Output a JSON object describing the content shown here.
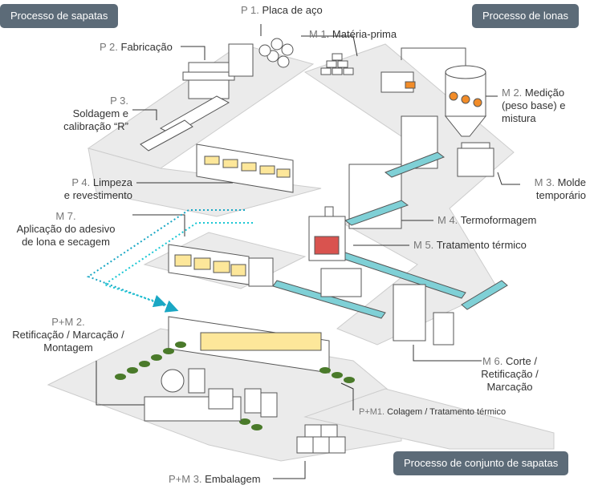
{
  "titles": {
    "shoe": "Processo de sapatas",
    "lining": "Processo de lonas",
    "assembly": "Processo de conjunto de sapatas"
  },
  "steps": {
    "p1": {
      "code": "P 1.",
      "text": "Placa de aço"
    },
    "p2": {
      "code": "P 2.",
      "text": "Fabricação"
    },
    "p3": {
      "code": "P 3.",
      "text1": "Soldagem e",
      "text2": "calibração “R”"
    },
    "p4": {
      "code": "P 4.",
      "text1": "Limpeza",
      "text2": "e revestimento"
    },
    "m1": {
      "code": "M 1.",
      "text": "Matéria-prima"
    },
    "m2": {
      "code": "M 2.",
      "text1": "Medição",
      "text2": "(peso base) e",
      "text3": "mistura"
    },
    "m3": {
      "code": "M 3.",
      "text1": "Molde",
      "text2": "temporário"
    },
    "m4": {
      "code": "M 4.",
      "text": "Termoformagem"
    },
    "m5": {
      "code": "M 5.",
      "text": "Tratamento térmico"
    },
    "m6": {
      "code": "M 6.",
      "text1": "Corte /",
      "text2": "Retificação /",
      "text3": "Marcação"
    },
    "m7": {
      "code": "M 7.",
      "text1": "Aplicação do adesivo",
      "text2": "de lona e secagem"
    },
    "pm1": {
      "code": "P+M1.",
      "text": "Colagem / Tratamento térmico"
    },
    "pm2": {
      "code": "P+M 2.",
      "text1": "Retificação / Marcação /",
      "text2": "Montagem"
    },
    "pm3": {
      "code": "P+M 3.",
      "text": "Embalagem"
    }
  },
  "colors": {
    "badge": "#5c6b78",
    "floor": "#ebebeb",
    "conveyor": "#7fd0d6",
    "oven": "#fde79a",
    "dotted_arrow": "#1aa7c4",
    "part_green": "#4a7a2a"
  }
}
